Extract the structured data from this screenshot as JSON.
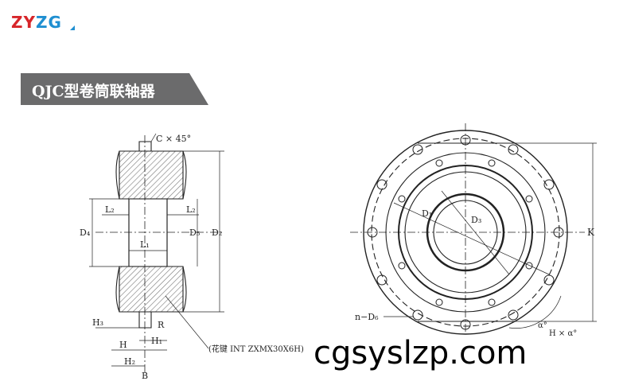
{
  "logo": {
    "text_red": "ZY",
    "text_blue": "ZG"
  },
  "header": {
    "title": "QJC型卷筒联轴器"
  },
  "drawing": {
    "chamfer": "C × 45°",
    "side_labels": {
      "l2": "L₂",
      "l2_right": "L₂",
      "l1": "L₁",
      "d4": "D₄",
      "d5": "D₅",
      "d2": "D₂",
      "h3": "H₃",
      "h": "H",
      "h1": "H₁",
      "h2": "H₂",
      "r": "R",
      "b": "B",
      "spline_note": "(花键 INT ZXMX30X6H)"
    },
    "front_labels": {
      "d1": "D₁",
      "d3": "D₃",
      "k": "K",
      "n_d6": "n−D₆",
      "angle_a": "α°",
      "angle_expr": "H × α°"
    }
  },
  "watermark": "cgsyslzp.com"
}
